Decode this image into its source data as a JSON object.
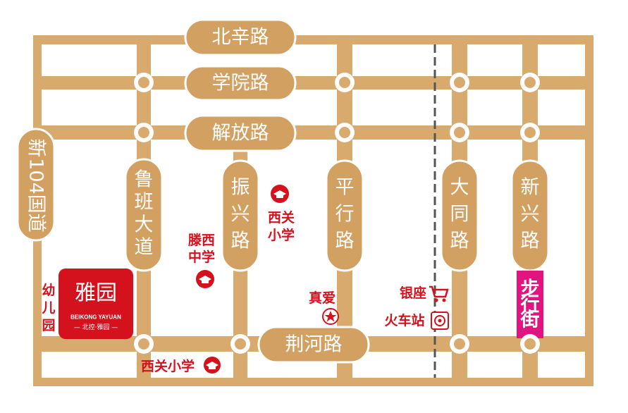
{
  "roads": {
    "beixin": "北辛路",
    "xueyuan": "学院路",
    "jiefang": "解放路",
    "jinghe": "荆河路",
    "xin104_1": "新",
    "xin104_2": "104国道",
    "luban": [
      "鲁",
      "班",
      "大",
      "道"
    ],
    "zhenxing": [
      "振",
      "兴",
      "路"
    ],
    "pingxing": [
      "平",
      "行",
      "路"
    ],
    "datong": [
      "大",
      "同",
      "路"
    ],
    "xinxing": [
      "新",
      "兴",
      "路"
    ],
    "buxingjie": [
      "步",
      "行",
      "街"
    ]
  },
  "pois": {
    "xiguan_xiaoxue_top": [
      "西关",
      "小学"
    ],
    "tengxi_zhongxue": [
      "滕西",
      "中学"
    ],
    "zhenai": "真爱",
    "yinzuo": "银座",
    "huochezhan": "火车站",
    "youeryuan": [
      "幼",
      "儿",
      "园"
    ],
    "xiguan_xiaoxue_bottom": "西关小学"
  },
  "logo": {
    "name_cn": "雅园",
    "name_en": "BEIKONG YAYUAN",
    "subline": "— 北控·雅园 —"
  },
  "colors": {
    "road": "#d9aa6e",
    "pill": "#d2a060",
    "accent_red": "#d4121e",
    "pedestrian_street": "#e0157f"
  }
}
